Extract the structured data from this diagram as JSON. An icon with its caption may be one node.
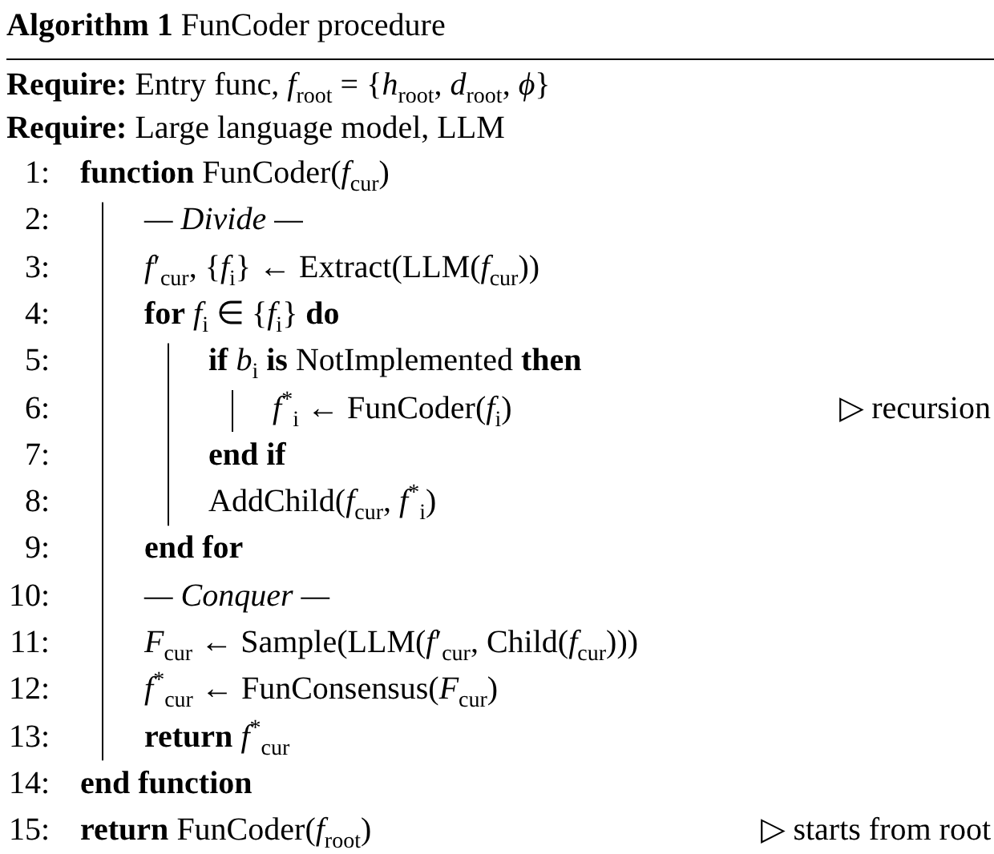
{
  "diagram": {
    "title": "**Algorithm 1** FunCoder procedure",
    "labels": [
      "**Require:** Entry func, *f*$_{root}$ = {*h*$_{root}$, *d*$_{root}$, *ϕ*}",
      "**Require:** Large language model, LLM",
      "1:",
      "**function** FunCoder(*f*$_{cur}$)",
      "2:",
      "— Divide —",
      "3:",
      "*f*′$_{cur}$, {*f*$_{i}$} ← Extract(LLM(*f*$_{cur}$))",
      "4:",
      "**for** *f*$_{i}$ ∈ {*f*$_{i}$} **do**",
      "5:",
      "**if** *b*$_{i}$ **is** NotImplemented **then**",
      "6:",
      "*f*$^{*}$$_{i}$ ← FunCoder(*f*$_{i}$)",
      "▷ recursion",
      "7:",
      "end if",
      "8:",
      "AddChild(*f*$_{cur}$, *f*$^{*}$$_{i}$)",
      "9:",
      "end for",
      "10:",
      "— Conquer —",
      "11:",
      "*F*$_{cur}$ ← Sample(LLM(*f*′$_{cur}$, Child(*f*$_{cur}$)))",
      "12:",
      "*f*$^{*}$$_{cur}$ ← FunConsensus(*F*$_{cur}$)",
      "13:",
      "**return** *f*$^{*}$$_{cur}$",
      "14:",
      "end function",
      "15:",
      "**return** FunCoder(*f*$_{root}$)",
      "▷ starts from root"
    ]
  }
}
